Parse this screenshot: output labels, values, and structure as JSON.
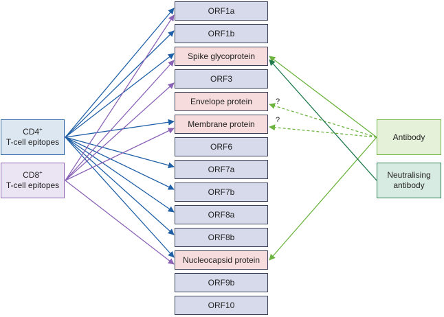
{
  "proteins": [
    {
      "id": "orf1a",
      "label": "ORF1a",
      "kind": "orf"
    },
    {
      "id": "orf1b",
      "label": "ORF1b",
      "kind": "orf"
    },
    {
      "id": "spike",
      "label": "Spike glycoprotein",
      "kind": "structural"
    },
    {
      "id": "orf3",
      "label": "ORF3",
      "kind": "orf"
    },
    {
      "id": "envelope",
      "label": "Envelope protein",
      "kind": "structural"
    },
    {
      "id": "membrane",
      "label": "Membrane protein",
      "kind": "structural"
    },
    {
      "id": "orf6",
      "label": "ORF6",
      "kind": "orf"
    },
    {
      "id": "orf7a",
      "label": "ORF7a",
      "kind": "orf"
    },
    {
      "id": "orf7b",
      "label": "ORF7b",
      "kind": "orf"
    },
    {
      "id": "orf8a",
      "label": "ORF8a",
      "kind": "orf"
    },
    {
      "id": "orf8b",
      "label": "ORF8b",
      "kind": "orf"
    },
    {
      "id": "nucleocapsid",
      "label": "Nucleocapsid protein",
      "kind": "structural"
    },
    {
      "id": "orf9b",
      "label": "ORF9b",
      "kind": "orf"
    },
    {
      "id": "orf10",
      "label": "ORF10",
      "kind": "orf"
    }
  ],
  "sources": {
    "cd4": {
      "name": "CD4",
      "sup": "+",
      "line2": "T-cell epitopes"
    },
    "cd8": {
      "name": "CD8",
      "sup": "+",
      "line2": "T-cell epitopes"
    },
    "antibody": {
      "label": "Antibody"
    },
    "nab": {
      "line1": "Neutralising",
      "line2": "antibody"
    }
  },
  "uncertain_mark": "?",
  "links": {
    "cd4": [
      "orf1a",
      "orf1b",
      "spike",
      "membrane",
      "orf7a",
      "orf7b",
      "orf8a",
      "orf8b",
      "nucleocapsid"
    ],
    "cd8": [
      "orf1a",
      "spike",
      "orf3",
      "membrane",
      "nucleocapsid"
    ],
    "antibody": [
      "spike",
      "nucleocapsid"
    ],
    "antibody_uncertain": [
      "envelope",
      "membrane"
    ],
    "nab": [
      "spike"
    ]
  },
  "colors": {
    "cd4": "#1f5fa6",
    "cd8": "#8a63b6",
    "antibody": "#6db33f",
    "nab": "#1f7a4d",
    "orf_fill": "#d6daea",
    "structural_fill": "#f6dcdc"
  }
}
